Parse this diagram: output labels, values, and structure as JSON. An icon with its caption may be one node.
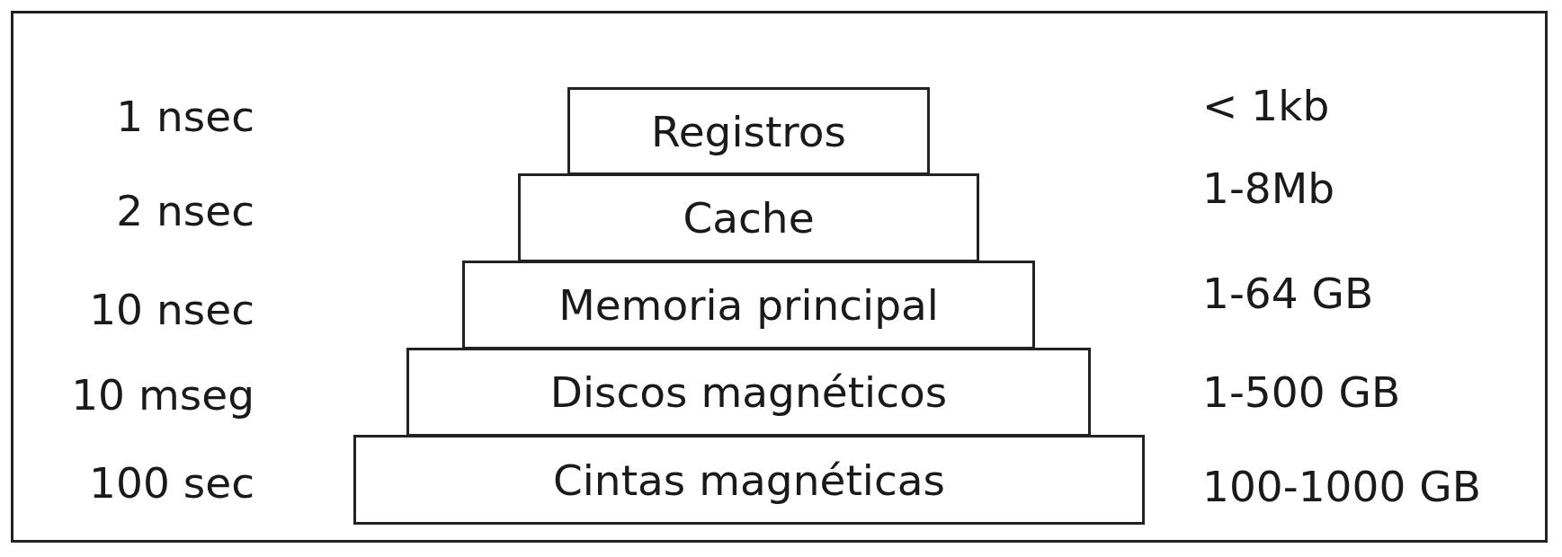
{
  "diagram": {
    "nodes": [
      {
        "text": [
          "Registros"
        ]
      },
      {
        "text": [
          "Cache"
        ]
      },
      {
        "text": [
          "Memoria principal"
        ]
      },
      {
        "text": [
          "Discos magnéticos"
        ]
      },
      {
        "text": [
          "Cintas magnéticas"
        ]
      }
    ],
    "edges": [],
    "labels": [
      "1 nsec",
      "< 1kb",
      "2 nsec",
      "1-8Mb",
      "10 nsec",
      "1-64 GB",
      "10 mseg",
      "1-500 GB",
      "100 sec",
      "100-1000 GB"
    ]
  }
}
